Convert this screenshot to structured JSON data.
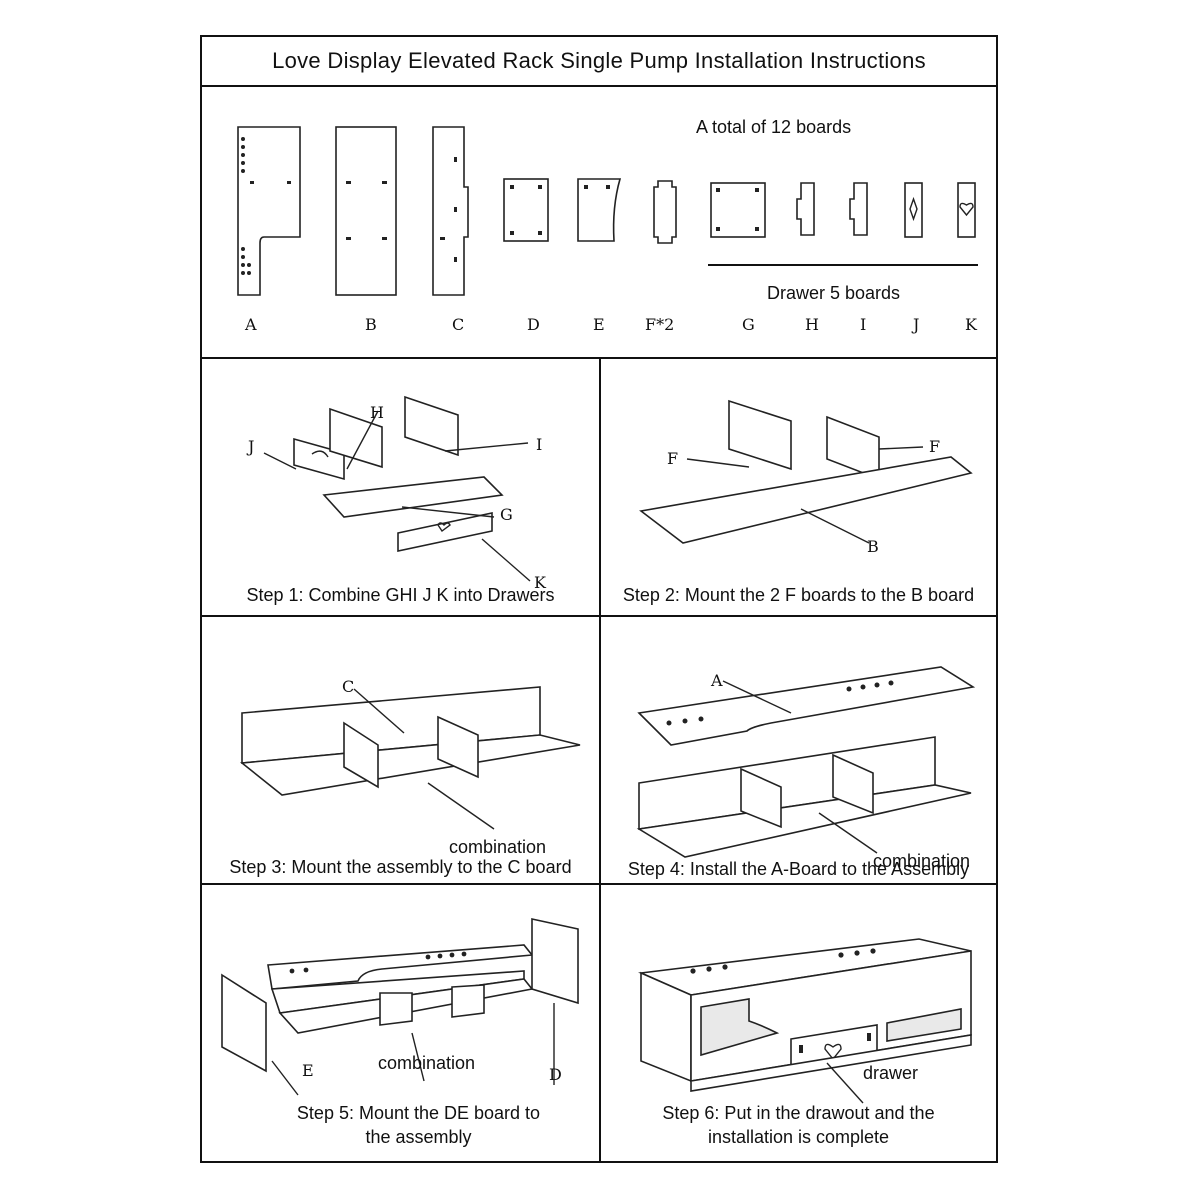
{
  "title": "Love Display Elevated Rack Single Pump Installation Instructions",
  "parts": {
    "total_label": "A total of 12 boards",
    "drawer_label": "Drawer 5 boards",
    "boards": [
      "A",
      "B",
      "C",
      "D",
      "E",
      "F*2",
      "G",
      "H",
      "I",
      "J",
      "K"
    ]
  },
  "steps": [
    {
      "caption": "Step 1: Combine GHI J K into Drawers",
      "callouts": [
        "J",
        "H",
        "I",
        "G",
        "K"
      ]
    },
    {
      "caption": "Step 2: Mount the 2 F boards to the B board",
      "callouts": [
        "F",
        "F",
        "B"
      ]
    },
    {
      "caption": "Step 3: Mount the assembly to the C board",
      "callouts": [
        "C"
      ],
      "note": "combination"
    },
    {
      "caption": "Step 4: Install the A-Board to the Assembly",
      "callouts": [
        "A"
      ],
      "note": "combination"
    },
    {
      "caption_line1": "Step 5: Mount the DE board to",
      "caption_line2": "the assembly",
      "callouts": [
        "E",
        "D"
      ],
      "note": "combination"
    },
    {
      "caption_line1": "Step 6: Put in the drawout and the",
      "caption_line2": "installation is complete",
      "note": "drawer"
    }
  ]
}
